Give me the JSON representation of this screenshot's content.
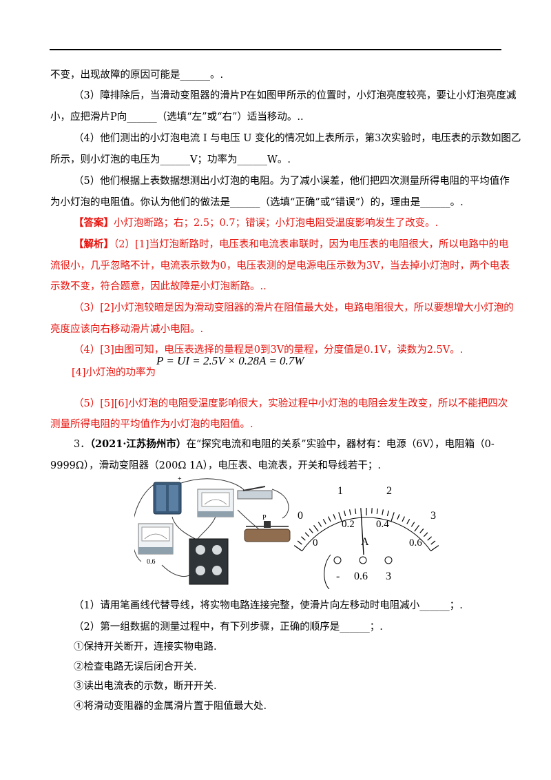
{
  "lines": {
    "l1": "不变，出现故障的原因可能是______。.",
    "l2": "（3）障排除后，当滑动变阻器的滑片P在如图甲所示的位置时，小灯泡亮度较亮，要让小灯泡亮度减",
    "l3": "小，应把滑片P向______（选填“左”或“右”）适当移动。..",
    "l4": "（4）他们测出的小灯泡电流 I 与电压 U 变化的情况如上表所示，第3次实验时，电压表的示数如图乙",
    "l5": "所示，则小灯泡的电压为______V；功率为______W。.",
    "l6": "（5）他们根据上表数据想测出小灯泡的电阻。为了减小误差，他们把四次测量所得电阻的平均值作",
    "l7": "为小灯泡的电阻值。你认为他们的做法是______（选填“正确”或“错误”）的，理由是______。.",
    "ans_tag": "【答案】",
    "ans_text": "小灯泡断路；右；2.5；0.7；错误；小灯泡电阻受温度影响发生了改变。.",
    "jx_tag": "【解析】",
    "jx1": "（2）[1]当灯泡断路时，电压表和电流表串联时，因为电压表的电阻很大，所以电路中的电",
    "jx2": "流很小，几乎忽略不计，电流表示数为0，电压表测的是电源电压示数为3V，当去掉小灯泡时，两个电表",
    "jx3": "示数不变，符合题意，因此故障是小灯泡断路。..",
    "jx4": "（3）[2]小灯泡较暗是因为滑动变阻器的滑片在阻值最大处，电路电阻很大，所以要想增大小灯泡的",
    "jx5": "亮度应该向右移动滑片减小电阻。.",
    "jx6": "（4）[3]由图可知，电压表选择的量程是0到3V的量程，分度值是0.1V，读数为2.5V。.",
    "jx7_label": "[4]小灯泡的功率为",
    "formula": "P = UI = 2.5V × 0.28A = 0.7W",
    "jx8": "（5）[5][6]小灯泡的电阻受温度影响很大，实验过程中小灯泡的电阻会发生改变，所以不能把四次",
    "jx9": "测量所得电阻的平均值作为小灯泡的电阻值。.",
    "q3_num": "3．",
    "q3_src": "（2021·江苏扬州市）",
    "q3_rest": "在“探究电流和电阻的关系”实验中，器材有：电源（6V），电阻箱（0-",
    "q3_l2": "9999Ω），滑动变阻器（200Ω 1A），电压表、电流表，开关和导线若干；.",
    "s1": "（1）请用笔画线代替导线，将实物电路连接完整，使滑片向左移动时电阻减小______；.",
    "s2": "（2）第一组数据的测量过程中，有下列步骤，正确的顺序是______；.",
    "s3": "①保持开关断开，连接实物电路.",
    "s4": "②检查电路无误后闭合开关.",
    "s5": "③读出电流表的示数，断开开关.",
    "s6": "④将滑动变阻器的金属滑片置于阻值最大处."
  },
  "meter": {
    "top_ticks": [
      "0",
      "1",
      "2",
      "3"
    ],
    "bottom_ticks": [
      "0",
      "0.2",
      "0.4",
      "0.6"
    ],
    "unit": "A",
    "terminals": [
      "-",
      "0.6",
      "3"
    ],
    "reading": 0.28
  },
  "circuit": {
    "labels": [
      "P",
      "0.6"
    ]
  }
}
